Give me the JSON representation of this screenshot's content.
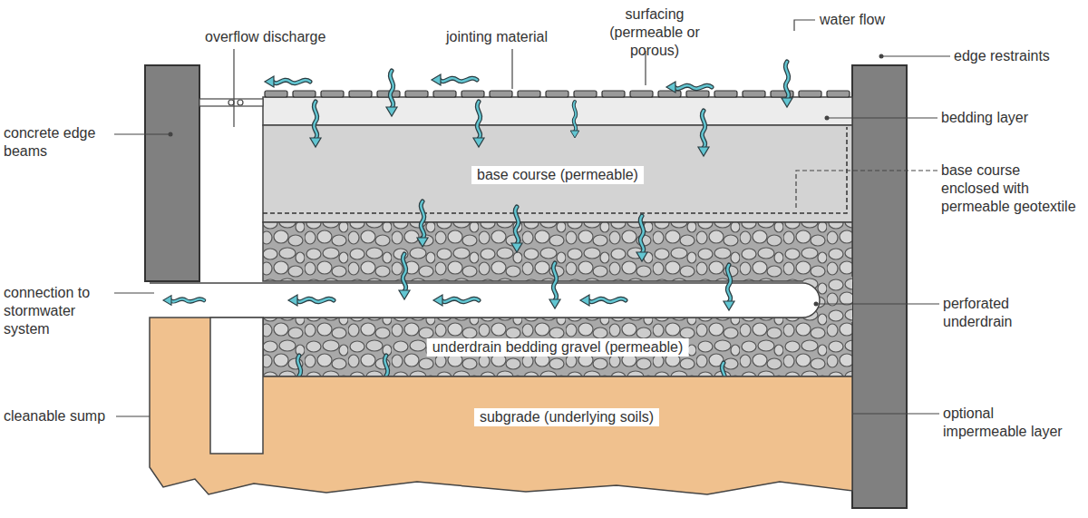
{
  "diagram": {
    "nodes": [
      {
        "text": [
          "base course (permeable)"
        ]
      },
      {
        "text": [
          "underdrain bedding gravel (permeable)"
        ]
      },
      {
        "text": [
          "subgrade (underlying soils)"
        ]
      }
    ],
    "labels": [
      "overflow discharge",
      "jointing material",
      "surfacing (permeable or porous)",
      "water flow",
      "edge restraints",
      "concrete edge beams",
      "bedding layer",
      "base course enclosed with permeable geotextile",
      "connection to stormwater system",
      "perforated underdrain",
      "cleanable sump",
      "optional impermeable layer"
    ]
  }
}
